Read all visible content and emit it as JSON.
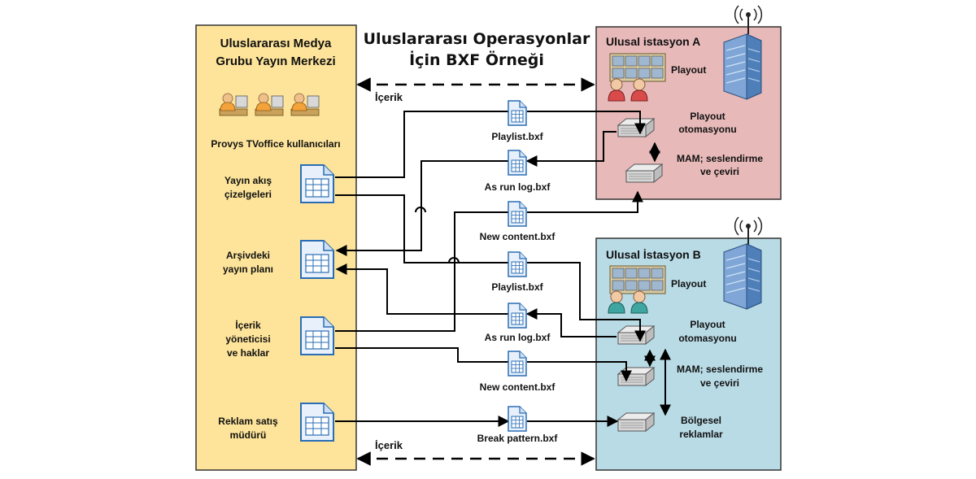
{
  "title": {
    "line1": "Uluslararası Operasyonlar",
    "line2": "İçin BXF Örneği"
  },
  "left_panel": {
    "title1": "Uluslararası Medya",
    "title2": "Grubu Yayın Merkezi",
    "users_label": "Provys TVoffice kullanıcıları",
    "items": [
      {
        "line1": "Yayın akış",
        "line2": "çizelgeleri",
        "line3": ""
      },
      {
        "line1": "Arşivdeki",
        "line2": "yayın planı",
        "line3": ""
      },
      {
        "line1": "İçerik",
        "line2": "yöneticisi",
        "line3": "ve haklar"
      },
      {
        "line1": "Reklam satış",
        "line2": "müdürü",
        "line3": ""
      }
    ]
  },
  "station_a": {
    "title": "Ulusal istasyon A",
    "playout": "Playout",
    "automation1": "Playout",
    "automation2": "otomasyonu",
    "mam1": "MAM; seslendirme",
    "mam2": "ve çeviri"
  },
  "station_b": {
    "title": "Ulusal İstasyon B",
    "playout": "Playout",
    "automation1": "Playout",
    "automation2": "otomasyonu",
    "mam1": "MAM; seslendirme",
    "mam2": "ve çeviri",
    "regional1": "Bölgesel",
    "regional2": "reklamlar"
  },
  "files": [
    {
      "name": "Playlist.bxf"
    },
    {
      "name": "As run log.bxf"
    },
    {
      "name": "New content.bxf"
    },
    {
      "name": "Playlist.bxf"
    },
    {
      "name": "As run log.bxf"
    },
    {
      "name": "New content.bxf"
    },
    {
      "name": "Break pattern.bxf"
    }
  ],
  "content_label_top": "İçerik",
  "content_label_bottom": "İçerik",
  "colors": {
    "left_panel": "#fde49a",
    "station_a": "#e8b9b9",
    "station_b": "#b9dbe6",
    "line": "#000000"
  }
}
